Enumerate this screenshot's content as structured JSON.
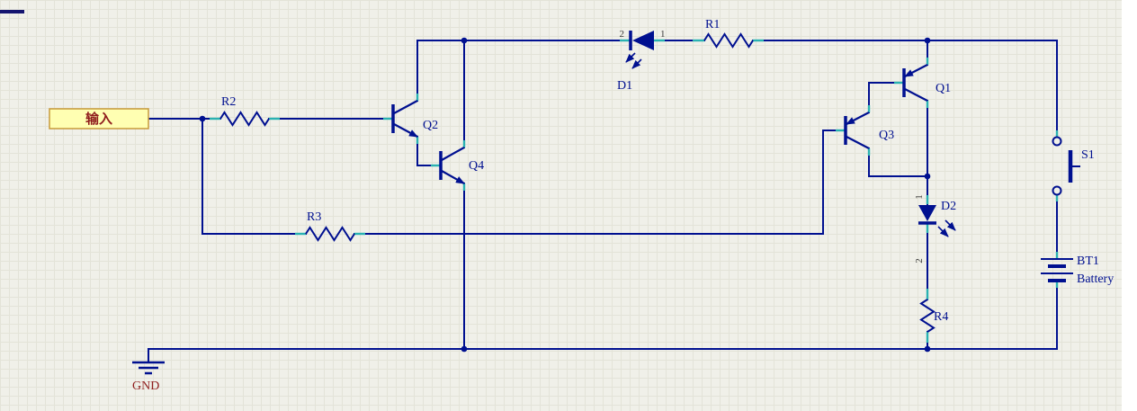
{
  "colors": {
    "wire": "#001090",
    "stub": "#2ab2b2",
    "label": "#001090",
    "pinnum": "#3a3a3a",
    "portFill": "#ffffb2",
    "portBorder": "#c79a3b",
    "portText": "#8f1d1d",
    "bg": "#f0f0e9",
    "grid": "#e3e3d8"
  },
  "port": {
    "label": "输入"
  },
  "resistors": {
    "r1": "R1",
    "r2": "R2",
    "r3": "R3",
    "r4": "R4"
  },
  "transistors": {
    "q1": "Q1",
    "q2": "Q2",
    "q3": "Q3",
    "q4": "Q4"
  },
  "diodes": {
    "d1": {
      "label": "D1",
      "pin_left": "2",
      "pin_right": "1"
    },
    "d2": {
      "label": "D2",
      "pin_top": "1",
      "pin_bottom": "2"
    }
  },
  "switch": {
    "label": "S1"
  },
  "battery": {
    "designator": "BT1",
    "comment": "Battery"
  },
  "ground": {
    "label": "GND"
  }
}
